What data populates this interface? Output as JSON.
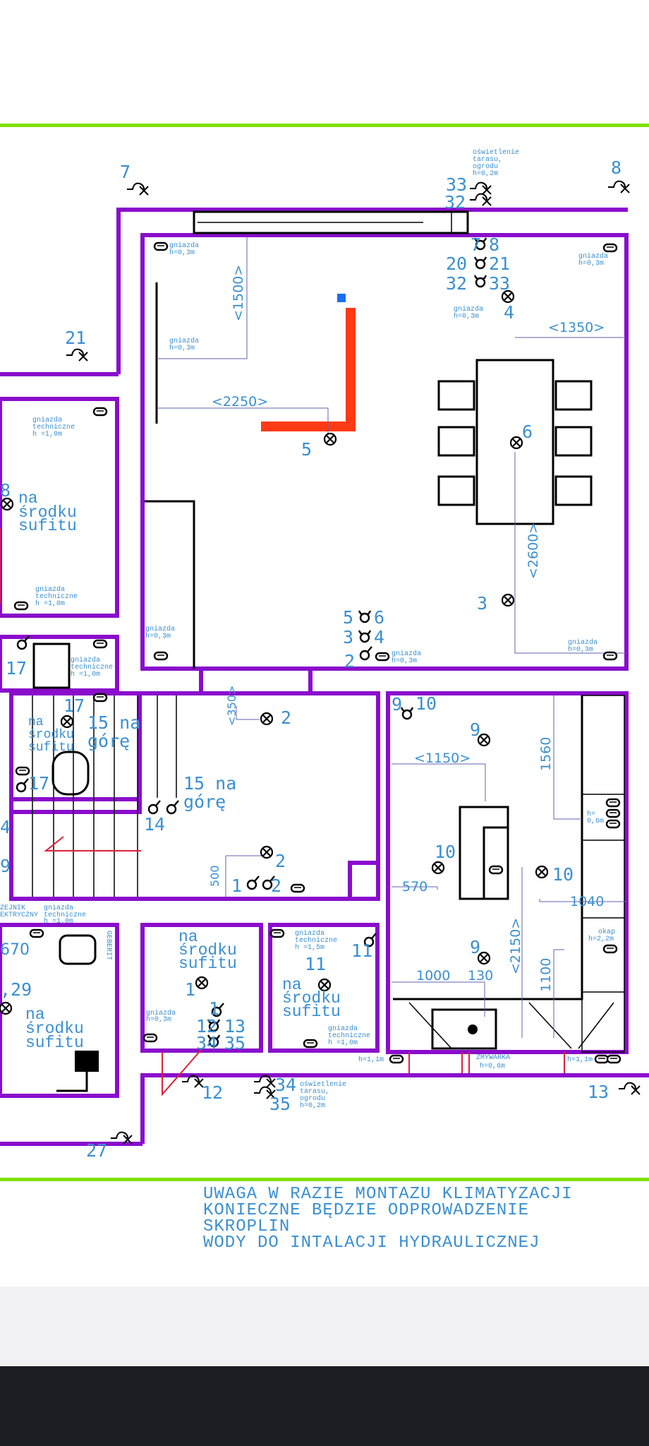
{
  "colors": {
    "wall": "#8a0ccc",
    "label": "#3a8fd0",
    "border_line": "#7fe000",
    "pipe": "#e0203a"
  },
  "outdoor": {
    "n7": "7",
    "n8": "8",
    "n21": "21",
    "n33": "33",
    "n32": "32",
    "n27": "27",
    "n12": "12",
    "n13": "13",
    "n34": "34",
    "n35": "35",
    "lighting_note": [
      "oświetlenie",
      "tarasu,",
      "ogrodu",
      "h=0,2m"
    ]
  },
  "main_room": {
    "socket_note": [
      "gniazda",
      "h=0,3m"
    ],
    "dim_1500": "<1500>",
    "dim_2250": "<2250>",
    "dim_1350": "<1350>",
    "dim_2600": "<2600>",
    "n5": "5",
    "n6": "6",
    "n3": "3",
    "n4": "4",
    "sw_top": {
      "a": "7",
      "b": "8",
      "c": "20",
      "d": "21",
      "e": "32",
      "f": "33"
    },
    "sw_bottom": {
      "a": "5",
      "b": "6",
      "c": "3",
      "d": "4",
      "e": "2"
    }
  },
  "left_room": {
    "n8": "8",
    "center_note": [
      "na",
      "środku",
      "sufitu"
    ],
    "tech_note": [
      "gniazda",
      "techniczne",
      "h =1,0m"
    ]
  },
  "hall": {
    "n17a": "17",
    "n17b": "17",
    "n17c": "17",
    "n15a": "15 na",
    "n15a2": "górę",
    "n15b": "15 na",
    "n15b2": "górę",
    "n14a": "14",
    "n14b": "4",
    "n9": "9",
    "center_note": [
      "na",
      "środku",
      "sufitu"
    ],
    "dim_350": "<350>",
    "dim_500": "500",
    "n2a": "2",
    "n2b": "2",
    "sw_1_2": {
      "a": "1",
      "b": "2"
    }
  },
  "kitchen": {
    "n9a": "9",
    "n10a": "10",
    "n9b": "9",
    "n9c": "9",
    "n10b": "10",
    "n10c": "10",
    "dim_1150": "<1150>",
    "dim_1560": "1560",
    "dim_570": "570",
    "dim_1040": "1040",
    "dim_2150": "<2150>",
    "dim_1100": "1100",
    "dim_1000": "1000",
    "dim_130": "130",
    "h_note": [
      "h=",
      "0,6m"
    ],
    "okap_note": [
      "okap",
      "h=2,2m"
    ],
    "dishwasher_note": [
      "ZMYWARKA",
      "h=0,6m"
    ],
    "h11": "h=1,1m"
  },
  "bottom_left": {
    "heater_note": [
      "ZEJNIK",
      "EKTRYCZNY"
    ],
    "tech_note": [
      "gniazda",
      "techniczne",
      "h =1,0m"
    ],
    "dim_670": "670",
    "n29": ",29",
    "center_note": [
      "na",
      "środku",
      "sufitu"
    ],
    "geberit": "GEBERIT"
  },
  "room_b": {
    "center_note": [
      "na",
      "środku",
      "sufitu"
    ],
    "n1a": "1",
    "n1b": "1",
    "n12": "12",
    "n13": "13",
    "n34": "34",
    "n35": "35",
    "socket_note": [
      "gniazda",
      "h=0,3m"
    ]
  },
  "room_c": {
    "n11a": "11",
    "n11b": "11",
    "center_note": [
      "na",
      "środku",
      "sufitu"
    ],
    "tech_note": [
      "gniazda",
      "techniczne",
      "h =1,5m"
    ],
    "tech_note2": [
      "gniazda",
      "techniczne",
      "h =1,0m"
    ]
  },
  "note": [
    "UWAGA W RAZIE MONTAZU KLIMATYZACJI",
    "KONIECZNE BĘDZIE ODPROWADZENIE",
    "SKROPLIN",
    "WODY DO INTALACJI HYDRAULICZNEJ"
  ]
}
